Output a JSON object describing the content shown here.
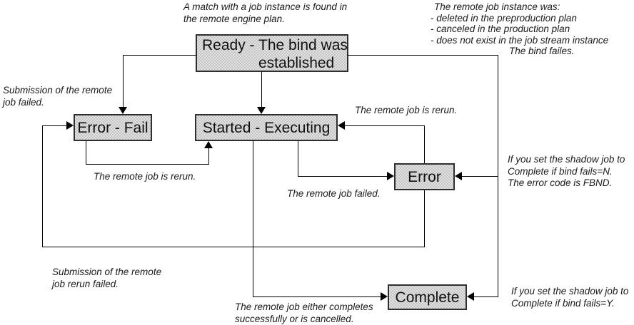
{
  "colors": {
    "box_fill": "#d9d9d9",
    "box_border": "#2e2e2e",
    "line": "#000000",
    "text": "#111111"
  },
  "nodes": {
    "ready": {
      "lines": [
        "Ready - The bind was",
        "established"
      ]
    },
    "error_fail": {
      "label": "Error - Fail"
    },
    "started": {
      "label": "Started - Executing"
    },
    "error": {
      "label": "Error"
    },
    "complete": {
      "label": "Complete"
    }
  },
  "annotations": {
    "match_found": {
      "lines": [
        "A match with a job instance is found in",
        "the remote engine plan."
      ]
    },
    "instance_was": {
      "lines": [
        "The remote job instance was:",
        "- deleted in the preproduction plan",
        "- canceled in the production plan",
        "- does not exist in the job stream instance",
        "The bind failes."
      ]
    },
    "submission_failed": {
      "lines": [
        "Submission of the remote",
        "job failed."
      ]
    },
    "rerun_left": {
      "text": "The remote job is rerun."
    },
    "rerun_right": {
      "text": "The remote job is rerun."
    },
    "job_failed": {
      "text": "The remote job failed."
    },
    "bind_fails_n": {
      "lines": [
        "If you set the shadow job to",
        "Complete if bind fails=N.",
        "The error code is FBND."
      ]
    },
    "rerun_submission_failed": {
      "lines": [
        "Submission of the remote",
        "job rerun failed."
      ]
    },
    "completes": {
      "lines": [
        "The remote job either completes",
        "successfully or is cancelled."
      ]
    },
    "bind_fails_y": {
      "lines": [
        "If you set the shadow job to",
        "Complete if bind fails=Y."
      ]
    }
  }
}
